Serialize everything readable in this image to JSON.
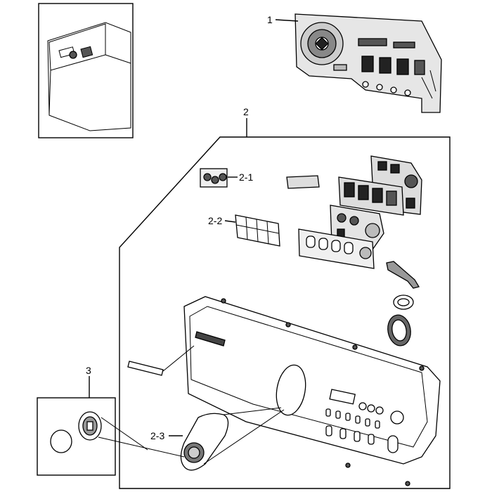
{
  "callouts": {
    "c1": "1",
    "c2": "2",
    "c2_1": "2-1",
    "c2_2": "2-2",
    "c2_3": "2-3",
    "c3": "3"
  }
}
